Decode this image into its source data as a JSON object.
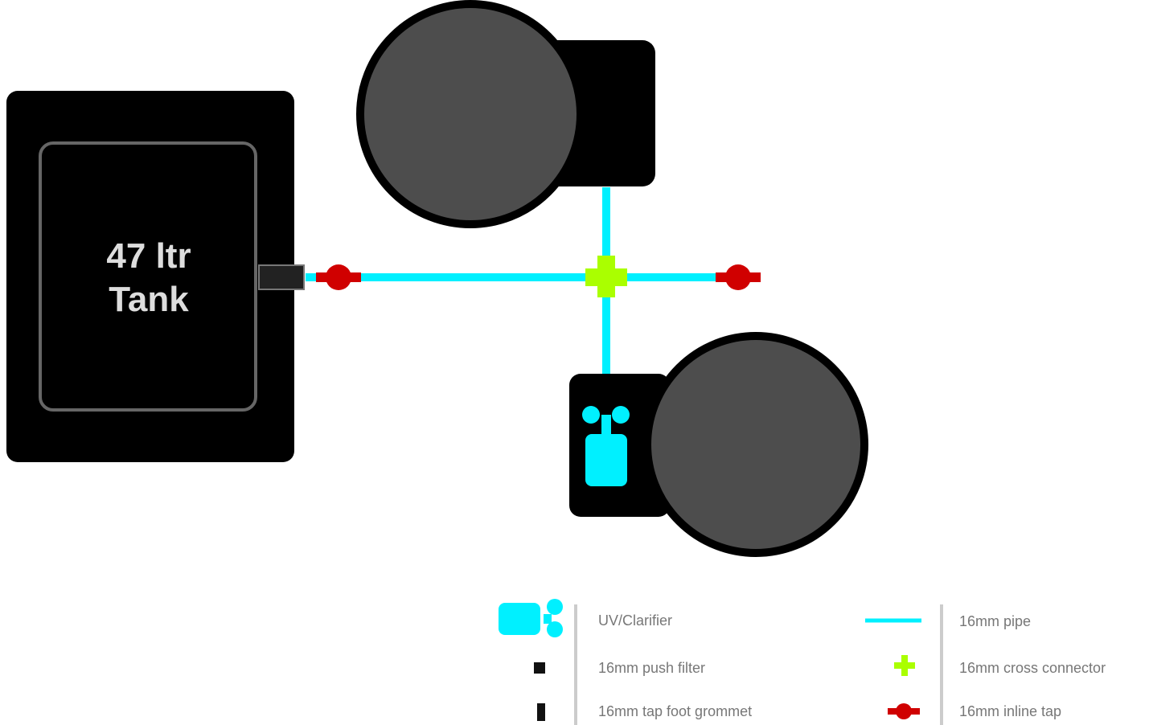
{
  "tank": {
    "label_line1": "47 ltr",
    "label_line2": "Tank"
  },
  "colors": {
    "pipe": "#00f0ff",
    "connector": "#aaff00",
    "tap": "#d00000",
    "tank": "#000000",
    "pump": "#4d4d4d"
  },
  "legend": [
    {
      "icon": "uv-clarifier-icon",
      "label": "UV/Clarifier"
    },
    {
      "icon": "pipe-icon",
      "label": "16mm pipe"
    },
    {
      "icon": "push-fit-icon",
      "label": "16mm push filter"
    },
    {
      "icon": "cross-connector-icon",
      "label": "16mm cross connector"
    },
    {
      "icon": "grommet-icon",
      "label": "16mm tap foot grommet"
    },
    {
      "icon": "inline-tap-icon",
      "label": "16mm inline tap"
    }
  ]
}
